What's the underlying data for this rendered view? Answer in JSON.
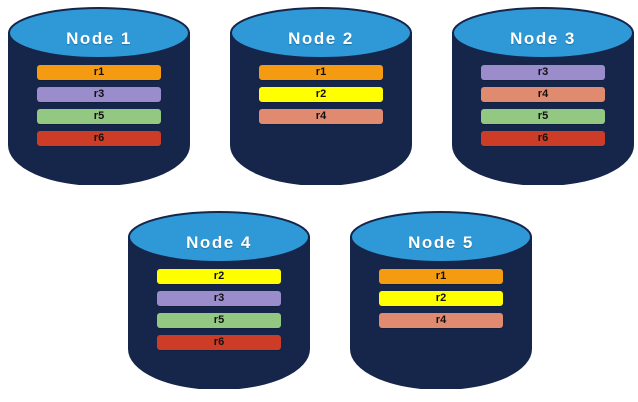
{
  "diagram": {
    "title_text_color": "#ffffff",
    "background": "#ffffff",
    "cylinder_body_color": "#16264b",
    "cylinder_top_color": "#2e99d6",
    "cylinder_outline_color": "#16264b"
  },
  "replica_colors": {
    "r1": "#F59B12",
    "r2": "#FFFF00",
    "r3": "#9B8CCB",
    "r4": "#E08A70",
    "r5": "#93C882",
    "r6": "#CC3C27"
  },
  "nodes": [
    {
      "id": "node-1",
      "label": "Node 1",
      "replicas": [
        {
          "label": "r1",
          "color": "#F59B12"
        },
        {
          "label": "r3",
          "color": "#9B8CCB"
        },
        {
          "label": "r5",
          "color": "#93C882"
        },
        {
          "label": "r6",
          "color": "#CC3C27"
        }
      ]
    },
    {
      "id": "node-2",
      "label": "Node 2",
      "replicas": [
        {
          "label": "r1",
          "color": "#F59B12"
        },
        {
          "label": "r2",
          "color": "#FFFF00"
        },
        {
          "label": "r4",
          "color": "#E08A70"
        }
      ]
    },
    {
      "id": "node-3",
      "label": "Node 3",
      "replicas": [
        {
          "label": "r3",
          "color": "#9B8CCB"
        },
        {
          "label": "r4",
          "color": "#E08A70"
        },
        {
          "label": "r5",
          "color": "#93C882"
        },
        {
          "label": "r6",
          "color": "#CC3C27"
        }
      ]
    },
    {
      "id": "node-4",
      "label": "Node 4",
      "replicas": [
        {
          "label": "r2",
          "color": "#FFFF00"
        },
        {
          "label": "r3",
          "color": "#9B8CCB"
        },
        {
          "label": "r5",
          "color": "#93C882"
        },
        {
          "label": "r6",
          "color": "#CC3C27"
        }
      ]
    },
    {
      "id": "node-5",
      "label": "Node 5",
      "replicas": [
        {
          "label": "r1",
          "color": "#F59B12"
        },
        {
          "label": "r2",
          "color": "#FFFF00"
        },
        {
          "label": "r4",
          "color": "#E08A70"
        }
      ]
    }
  ]
}
